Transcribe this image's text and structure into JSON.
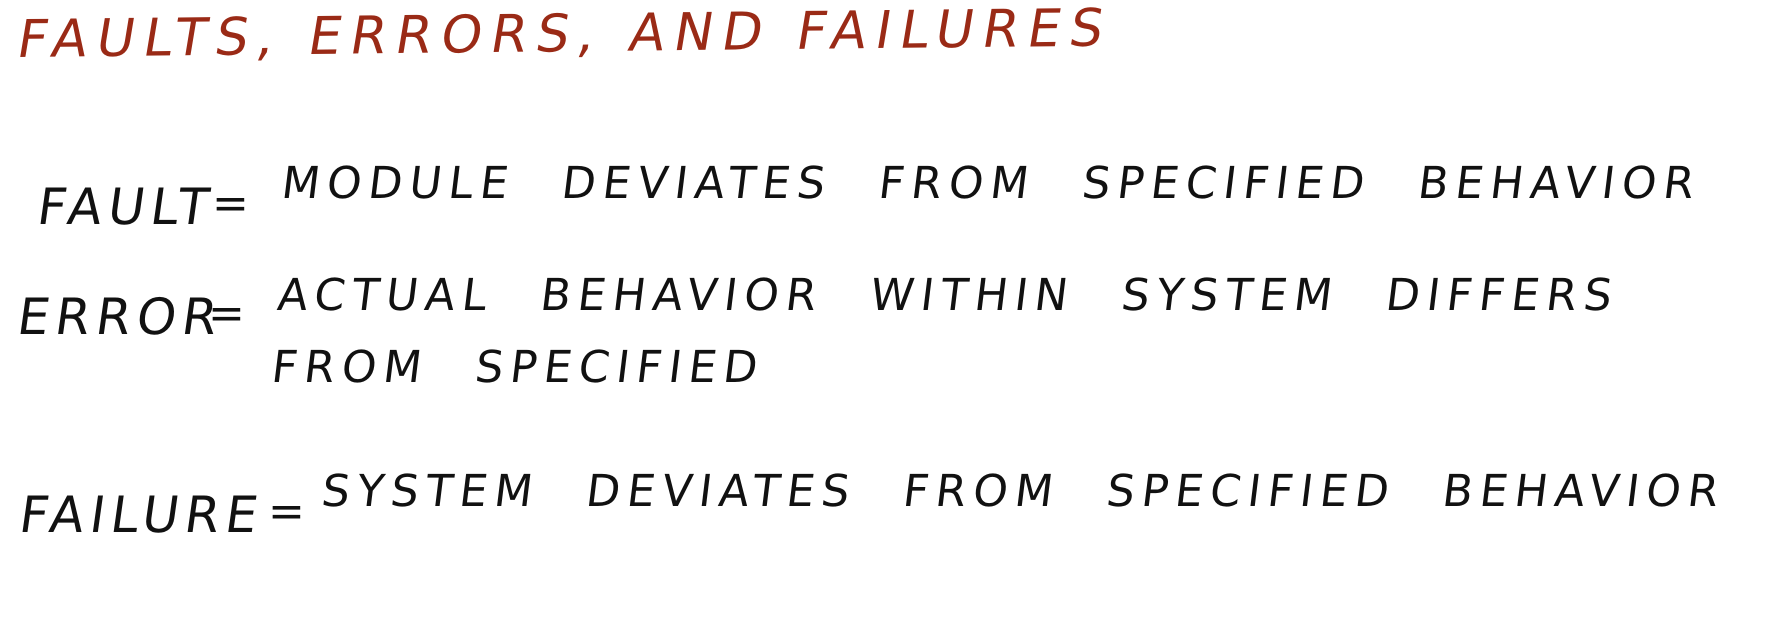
{
  "title": "FAULTS, ERRORS, AND FAILURES",
  "accent_color": "#9a2a16",
  "ink_color": "#111111",
  "equals_sign": "=",
  "definitions": [
    {
      "term": "FAULT",
      "lines": [
        "MODULE DEVIATES FROM SPECIFIED BEHAVIOR"
      ]
    },
    {
      "term": "ERROR",
      "lines": [
        "ACTUAL BEHAVIOR WITHIN SYSTEM DIFFERS",
        "FROM SPECIFIED"
      ]
    },
    {
      "term": "FAILURE",
      "lines": [
        "SYSTEM DEVIATES FROM SPECIFIED BEHAVIOR"
      ]
    }
  ]
}
